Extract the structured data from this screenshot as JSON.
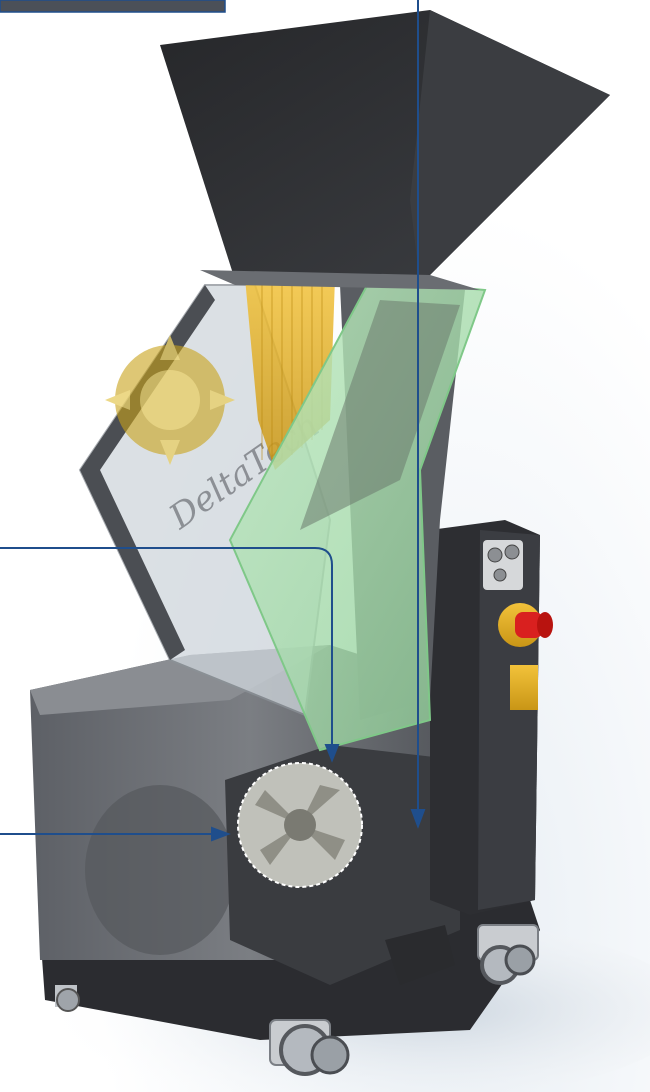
{
  "colors": {
    "callout_line": "#1f4e8c",
    "machine_body": "#6b6e73",
    "machine_dark": "#3a3c40",
    "hopper": "#2f3034",
    "transparent_panel": "#cfd6dc",
    "green_panel": "#a9e0ae",
    "yellow_accent": "#e8b322",
    "estop_red": "#d9201f",
    "floor_shadow": "#cfd8e2"
  },
  "brand": {
    "watermark": "DeltaTech"
  },
  "icons": {
    "emergency_stop": "red-mushroom-button",
    "control_dials": "dial-knobs",
    "caster_wheel": "caster-wheel",
    "cutting_rotor": "rotor-knives",
    "sun_logo": "sun-logo"
  }
}
